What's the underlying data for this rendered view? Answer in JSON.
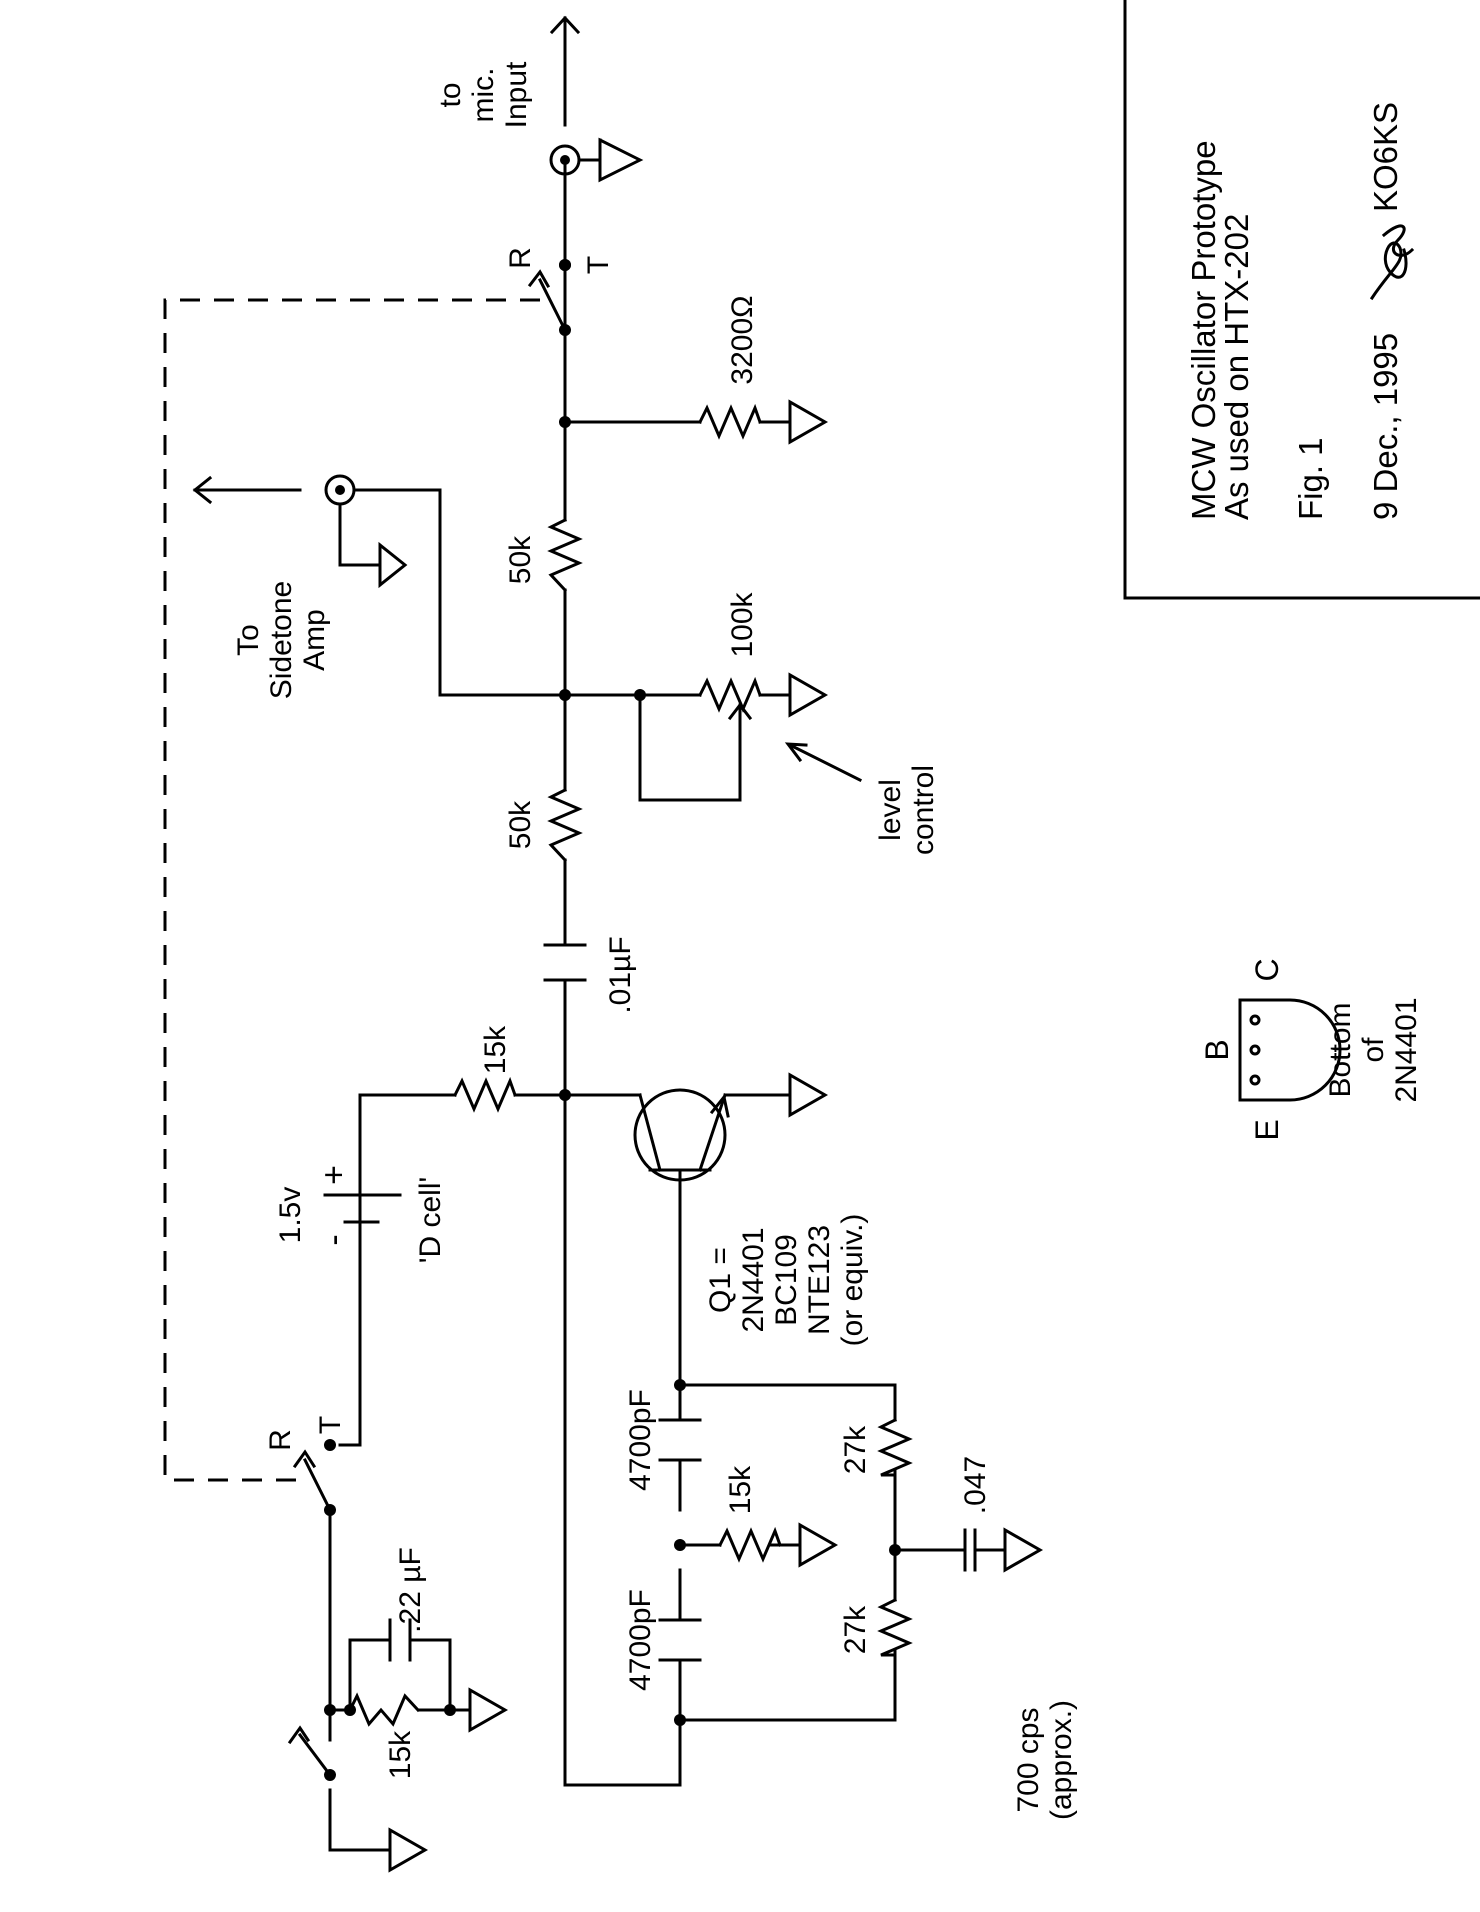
{
  "title_block": {
    "title_line1": "MCW Oscillator Prototype",
    "title_line2": "As used on HTX-202",
    "figure": "Fig. 1",
    "date": "9 Dec., 1995",
    "callsign": "KO6KS"
  },
  "labels": {
    "mic_output": [
      "to",
      "mic.",
      "Input"
    ],
    "sidetone_output": [
      "To",
      "Sidetone",
      "Amp"
    ],
    "level_control": [
      "level",
      "control"
    ],
    "frequency": [
      "700 cps",
      "(approx.)"
    ],
    "switch_top_r": "R",
    "switch_top_t": "T",
    "switch_bottom_r": "R",
    "switch_bottom_t": "T",
    "battery_voltage": "1.5v",
    "battery_type": "'D cell'",
    "battery_plus": "+",
    "battery_minus": "-",
    "transistor": [
      "Q1 =",
      "2N4401",
      "BC109",
      "NTE123",
      "(or equiv.)"
    ],
    "pinout_caption": [
      "Bottom",
      "of",
      "2N4401"
    ],
    "pin_e": "E",
    "pin_b": "B",
    "pin_c": "C"
  },
  "components": {
    "r_load": "3200Ω",
    "r_series_top": "50k",
    "r_series_mid": "50k",
    "pot": "100k",
    "c_coupling": ".01µF",
    "r_bias": "15k",
    "c_left": "4700pF",
    "c_right": "4700pF",
    "r_shunt": "15k",
    "r_twin_top": "27k",
    "r_twin_bottom": "27k",
    "c_twin": ".047",
    "c_key": ".22 µF",
    "r_key": "15k"
  }
}
